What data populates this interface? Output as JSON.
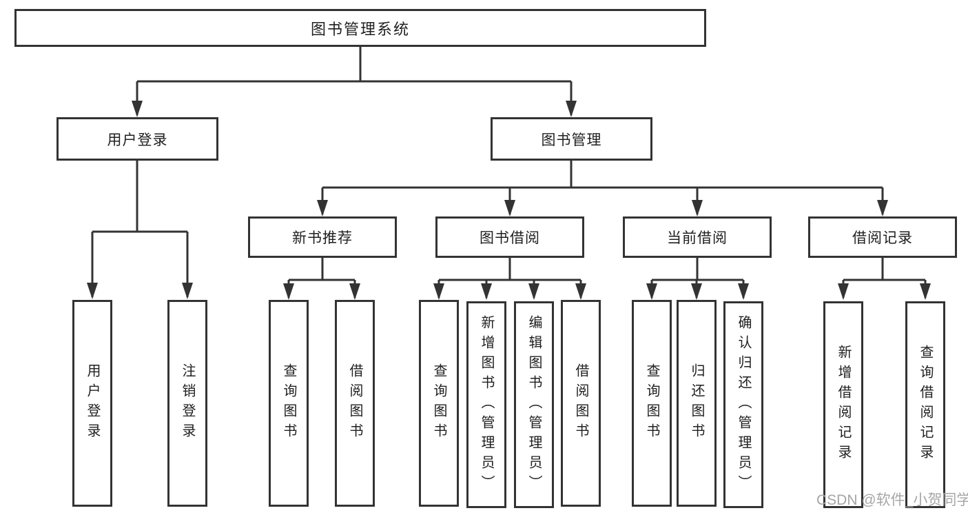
{
  "diagram": {
    "title_node": {
      "label": "图书管理系统"
    },
    "level1": [
      {
        "id": "user-login",
        "label": "用户登录",
        "parent": "图书管理系统"
      },
      {
        "id": "book-management",
        "label": "图书管理",
        "parent": "图书管理系统"
      }
    ],
    "level2": [
      {
        "id": "new-book-recommend",
        "label": "新书推荐",
        "parent": "图书管理"
      },
      {
        "id": "book-borrow",
        "label": "图书借阅",
        "parent": "图书管理"
      },
      {
        "id": "current-borrow",
        "label": "当前借阅",
        "parent": "图书管理"
      },
      {
        "id": "borrow-record",
        "label": "借阅记录",
        "parent": "图书管理"
      }
    ],
    "leaves": [
      {
        "id": "user-login-leaf",
        "label": "用户登录",
        "parent": "用户登录"
      },
      {
        "id": "logout",
        "label": "注销登录",
        "parent": "用户登录"
      },
      {
        "id": "query-books-recommend",
        "label": "查询图书",
        "parent": "新书推荐"
      },
      {
        "id": "borrow-books-recommend",
        "label": "借阅图书",
        "parent": "新书推荐"
      },
      {
        "id": "query-books-borrow",
        "label": "查询图书",
        "parent": "图书借阅"
      },
      {
        "id": "add-books-admin",
        "label": "新增图书（管理员）",
        "parent": "图书借阅"
      },
      {
        "id": "edit-books-admin",
        "label": "编辑图书（管理员）",
        "parent": "图书借阅"
      },
      {
        "id": "borrow-books-borrow",
        "label": "借阅图书",
        "parent": "图书借阅"
      },
      {
        "id": "query-books-current",
        "label": "查询图书",
        "parent": "当前借阅"
      },
      {
        "id": "return-books",
        "label": "归还图书",
        "parent": "当前借阅"
      },
      {
        "id": "confirm-return-admin",
        "label": "确认归还（管理员）",
        "parent": "当前借阅"
      },
      {
        "id": "add-borrow-record",
        "label": "新增借阅记录",
        "parent": "借阅记录"
      },
      {
        "id": "query-borrow-record",
        "label": "查询借阅记录",
        "parent": "借阅记录"
      }
    ]
  },
  "watermark": "CSDN @软件_小贺同学",
  "colors": {
    "line": "#333333",
    "box_border": "#333333",
    "text": "#1f1f1f",
    "background": "#ffffff",
    "watermark": "#a6a6a6"
  }
}
